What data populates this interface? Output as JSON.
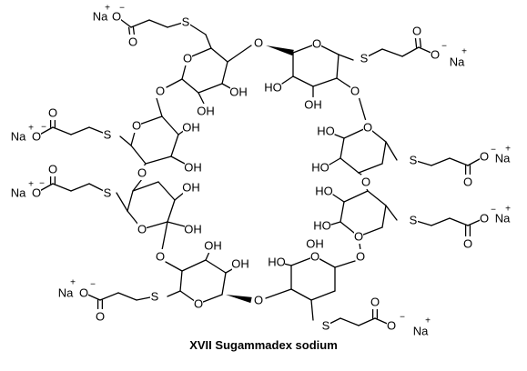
{
  "figure": {
    "caption": "XVII Sugammadex sodium",
    "atoms": {
      "oxygen": "O",
      "hydroxyl_right": "OH",
      "hydroxyl_left": "HO",
      "sulfur": "S",
      "sodium": "Na"
    },
    "charges": {
      "plus": "+",
      "minus": "−"
    }
  }
}
